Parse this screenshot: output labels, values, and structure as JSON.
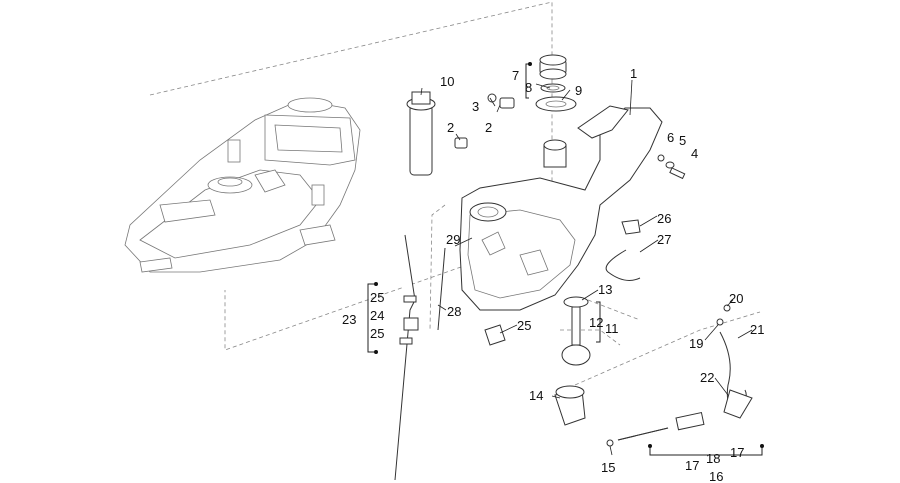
{
  "callouts": [
    {
      "id": "c1",
      "text": "1"
    },
    {
      "id": "c2a",
      "text": "2"
    },
    {
      "id": "c2b",
      "text": "2"
    },
    {
      "id": "c3",
      "text": "3"
    },
    {
      "id": "c4",
      "text": "4"
    },
    {
      "id": "c5",
      "text": "5"
    },
    {
      "id": "c6",
      "text": "6"
    },
    {
      "id": "c7",
      "text": "7"
    },
    {
      "id": "c8",
      "text": "8"
    },
    {
      "id": "c9",
      "text": "9"
    },
    {
      "id": "c10",
      "text": "10"
    },
    {
      "id": "c11",
      "text": "11"
    },
    {
      "id": "c12",
      "text": "12"
    },
    {
      "id": "c13",
      "text": "13"
    },
    {
      "id": "c14",
      "text": "14"
    },
    {
      "id": "c15",
      "text": "15"
    },
    {
      "id": "c16",
      "text": "16"
    },
    {
      "id": "c17a",
      "text": "17"
    },
    {
      "id": "c17b",
      "text": "17"
    },
    {
      "id": "c18",
      "text": "18"
    },
    {
      "id": "c19",
      "text": "19"
    },
    {
      "id": "c20",
      "text": "20"
    },
    {
      "id": "c21",
      "text": "21"
    },
    {
      "id": "c22",
      "text": "22"
    },
    {
      "id": "c23",
      "text": "23"
    },
    {
      "id": "c24",
      "text": "24"
    },
    {
      "id": "c25a",
      "text": "25"
    },
    {
      "id": "c25b",
      "text": "25"
    },
    {
      "id": "c25c",
      "text": "25"
    },
    {
      "id": "c26",
      "text": "26"
    },
    {
      "id": "c27",
      "text": "27"
    },
    {
      "id": "c28",
      "text": "28"
    },
    {
      "id": "c29",
      "text": "29"
    }
  ],
  "colors": {
    "line": "#333333",
    "text": "#111111",
    "dash": "#888888"
  }
}
